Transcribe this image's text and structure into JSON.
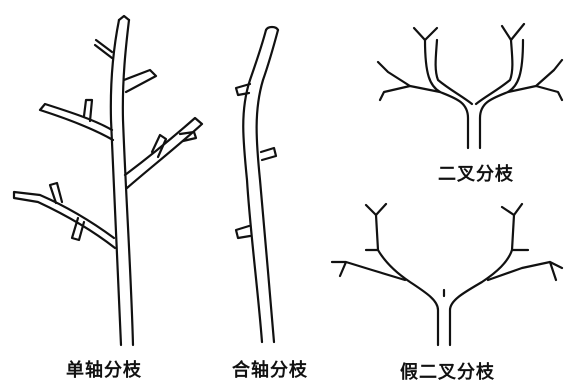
{
  "labels": {
    "monopodial": "单轴分枝",
    "sympodial": "合轴分枝",
    "dichotomous": "二叉分枝",
    "pseudo_dichotomous": "假二叉分枝"
  },
  "colors": {
    "ink": "#111111",
    "background": "#ffffff"
  }
}
